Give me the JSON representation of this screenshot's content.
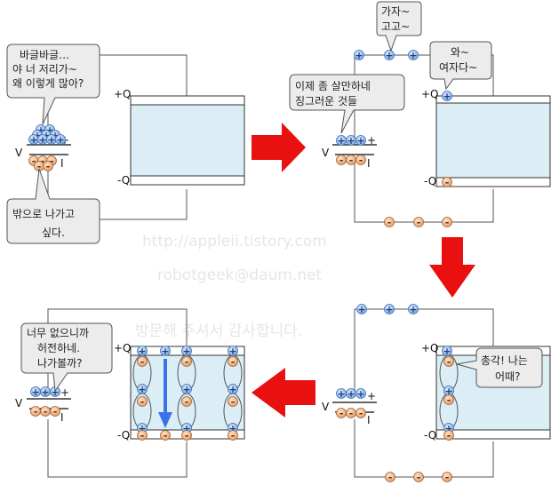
{
  "watermark": {
    "url": "http://appleii.tistory.com",
    "email": "robotgeek@daum.net",
    "thanks": "방문해 주셔서 감사합니다."
  },
  "signs": {
    "plus": "+",
    "minus": "-"
  },
  "labels": {
    "plus_q": "+Q",
    "minus_q": "-Q",
    "voltage": "V",
    "battery_plus": "+",
    "battery_minus": "I"
  },
  "panel1": {
    "bubble_top": [
      "바글바글…",
      "야 너 저리가~",
      "왜 이렇게 많아?"
    ],
    "bubble_bottom": [
      "밖으로 나가고",
      "싶다."
    ]
  },
  "panel2": {
    "bubble_left": [
      "이제 좀 살만하네",
      "징그러운 것들"
    ],
    "bubble_top": [
      "가자~",
      "고고~"
    ],
    "bubble_right": [
      "와~",
      "여자다~"
    ]
  },
  "panel3": {
    "bubble": [
      "총각! 나는",
      "어때?"
    ]
  },
  "panel4": {
    "bubble": [
      "너무 없으니까",
      "허전하네.",
      "나가볼까?"
    ]
  },
  "colors": {
    "positive_fill": "#8fb8ec",
    "positive_stroke": "#3a6fb7",
    "negative_fill": "#f0b98a",
    "negative_stroke": "#a0603a",
    "plate_fill": "#dbeef6",
    "arrow_red": "#e8110f",
    "arrow_blue": "#3a73e8"
  }
}
